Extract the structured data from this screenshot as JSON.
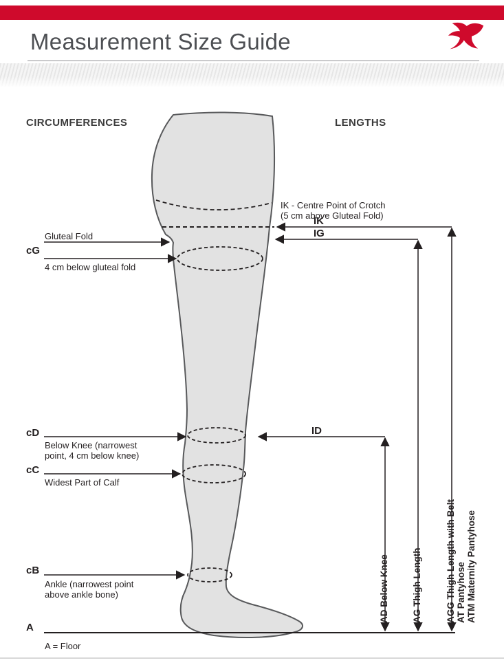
{
  "header": {
    "title": "Measurement Size Guide"
  },
  "sections": {
    "circumferences": "CIRCUMFERENCES",
    "lengths": "LENGTHS"
  },
  "circ": {
    "cG_code": "cG",
    "cG_line1": "Gluteal Fold",
    "cG_line2": "4 cm below gluteal fold",
    "cD_code": "cD",
    "cD_text": "Below Knee (narrowest point, 4 cm below knee)",
    "cC_code": "cC",
    "cC_text": "Widest Part of Calf",
    "cB_code": "cB",
    "cB_text": "Ankle (narrowest point above ankle bone)",
    "A_code": "A",
    "A_text": "A = Floor"
  },
  "len": {
    "ik_note1": "IK - Centre Point of Crotch",
    "ik_note2": "(5 cm above Gluteal Fold)",
    "IK": "IK",
    "IG": "IG",
    "ID": "ID",
    "AD": "AD Below Knee",
    "AG": "AG Thigh Length",
    "AGG": "AGG Thigh Length with Belt",
    "AT": "AT Pantyhose",
    "ATM": "ATM Maternity Pantyhose"
  },
  "colors": {
    "brand_red": "#cf0a2c",
    "line": "#231f20",
    "leg_fill": "#e2e2e2"
  }
}
